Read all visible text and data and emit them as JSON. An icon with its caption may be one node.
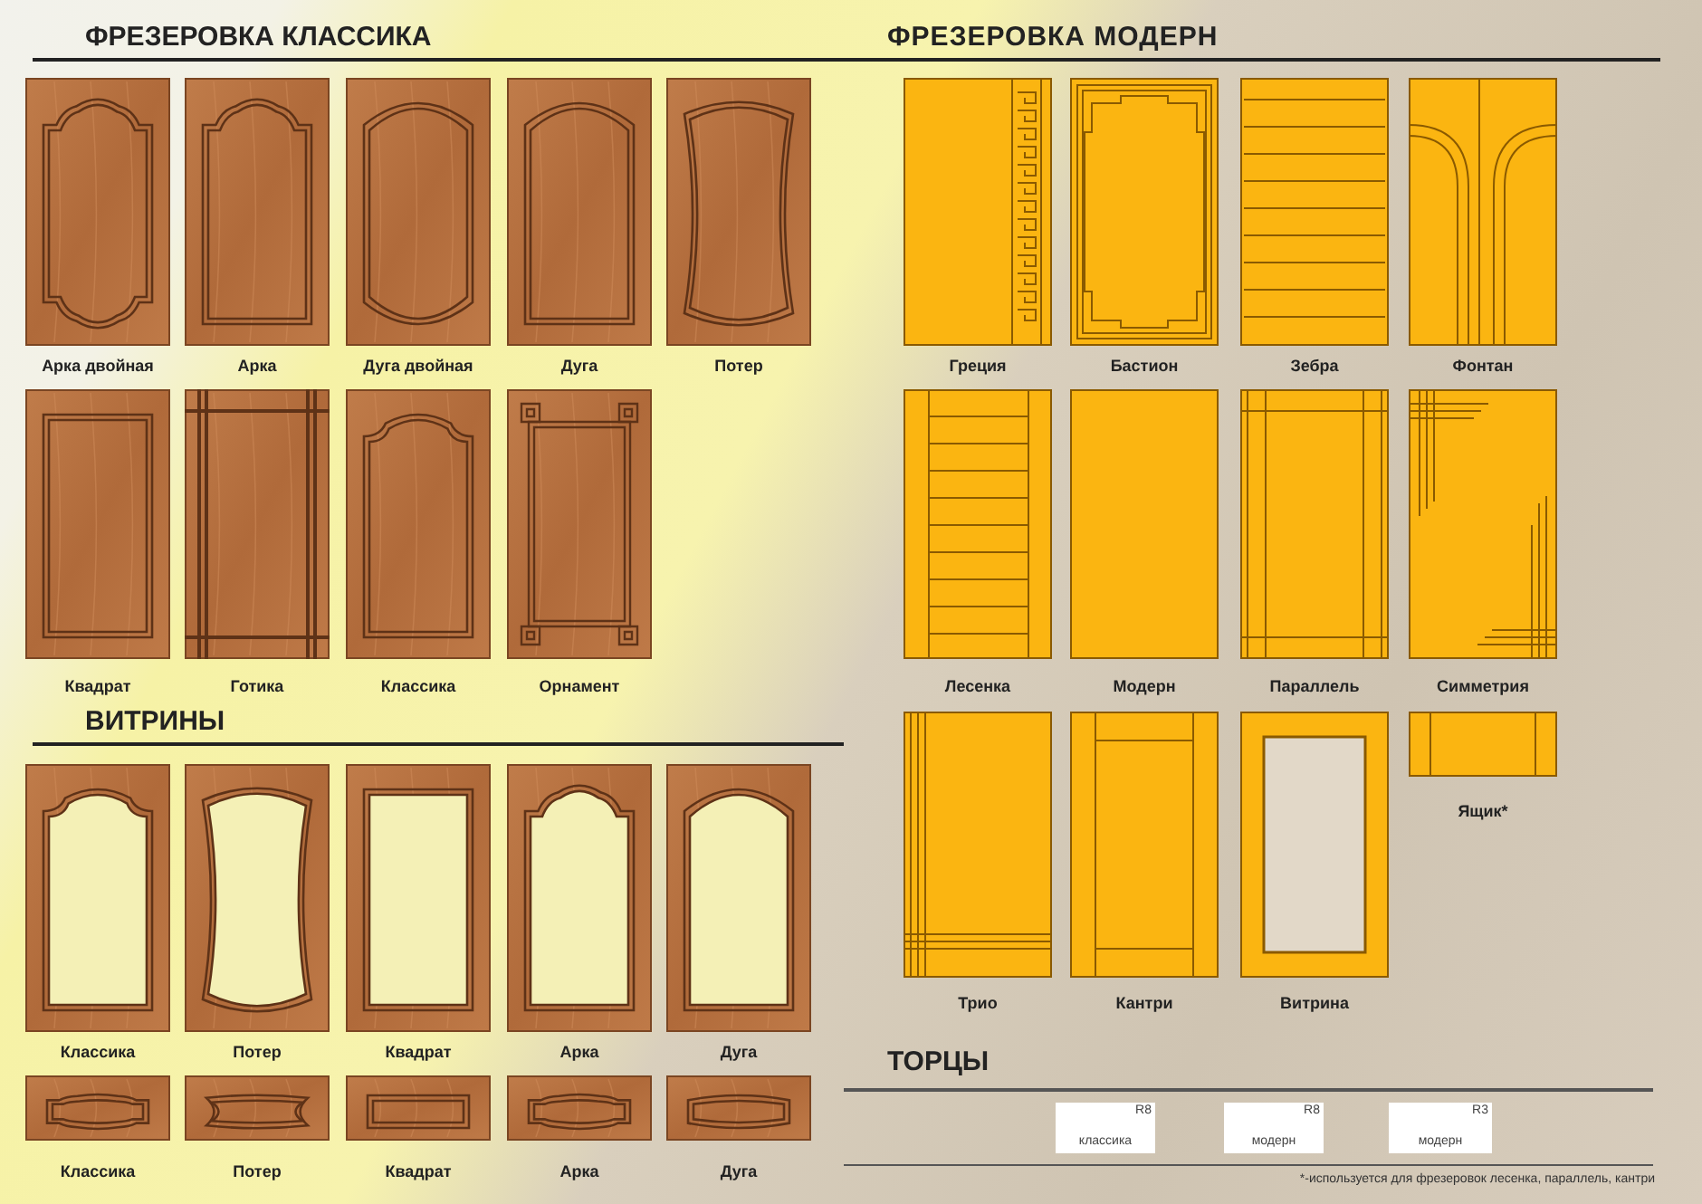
{
  "diagram": {
    "nodes": [
      {
        "text": [
          "Арка двойная"
        ]
      },
      {
        "text": [
          "Арка"
        ]
      },
      {
        "text": [
          "Дуга двойная"
        ]
      },
      {
        "text": [
          "Дуга"
        ]
      },
      {
        "text": [
          "Потер"
        ]
      },
      {
        "text": [
          "Квадрат"
        ]
      },
      {
        "text": [
          "Готика"
        ]
      },
      {
        "text": [
          "Классика"
        ]
      },
      {
        "text": [
          "Орнамент"
        ]
      },
      {
        "text": [
          "Классика"
        ]
      },
      {
        "text": [
          "Потер"
        ]
      },
      {
        "text": [
          "Квадрат"
        ]
      },
      {
        "text": [
          "Арка"
        ]
      },
      {
        "text": [
          "Дуга"
        ]
      },
      {
        "text": [
          "Классика"
        ]
      },
      {
        "text": [
          "Потер"
        ]
      },
      {
        "text": [
          "Квадрат"
        ]
      },
      {
        "text": [
          "Арка"
        ]
      },
      {
        "text": [
          "Дуга"
        ]
      },
      {
        "text": [
          "Греция"
        ]
      },
      {
        "text": [
          "Бастион"
        ]
      },
      {
        "text": [
          "Зебра"
        ]
      },
      {
        "text": [
          "Фонтан"
        ]
      },
      {
        "text": [
          "Лесенка"
        ]
      },
      {
        "text": [
          "Модерн"
        ]
      },
      {
        "text": [
          "Параллель"
        ]
      },
      {
        "text": [
          "Симметрия"
        ]
      },
      {
        "text": [
          "Трио"
        ]
      },
      {
        "text": [
          "Кантри"
        ]
      },
      {
        "text": [
          "Витрина"
        ]
      },
      {
        "text": [
          "Ящик*"
        ]
      },
      {
        "text": [
          "R8",
          "классика"
        ]
      },
      {
        "text": [
          "R8",
          "модерн"
        ]
      },
      {
        "text": [
          "R3",
          "модерн"
        ]
      }
    ],
    "labels": [
      "ФРЕЗЕРОВКА КЛАССИКА",
      "ФРЕЗЕРОВКА МОДЕРН",
      "ВИТРИНЫ",
      "ТОРЦЫ",
      "*-используется для фрезеровок лесенка, параллель, кантри"
    ]
  }
}
